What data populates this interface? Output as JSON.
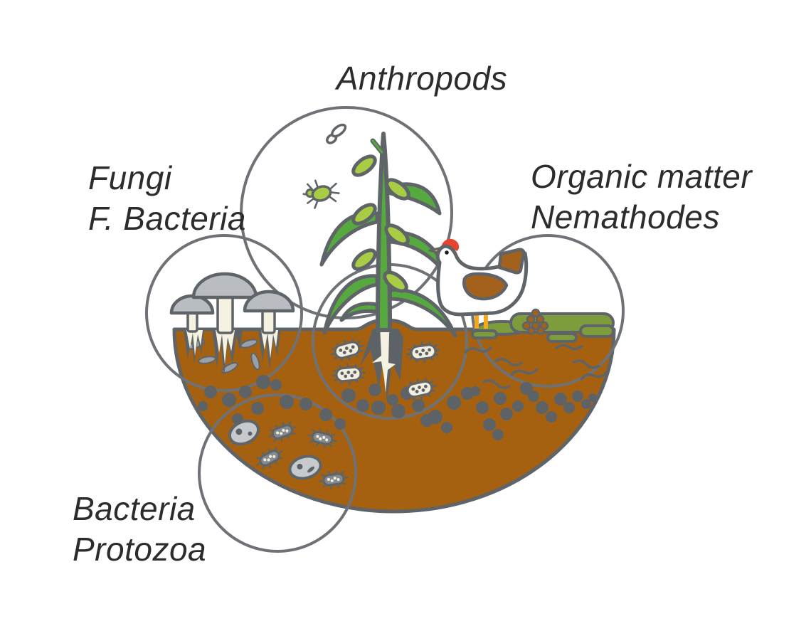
{
  "figure": {
    "type": "diagram",
    "subject": "soil-food-web",
    "labels": {
      "anthropods": "Anthropods",
      "fungi_line1": "Fungi",
      "fungi_line2": "F. Bacteria",
      "organic_line1": "Organic matter",
      "organic_line2": "Nemathodes",
      "bacteria_line1": "Bacteria",
      "bacteria_line2": "Protozoa"
    },
    "icons": [
      "plant-stalk-icon",
      "fly-icon",
      "mite-icon",
      "mushroom-icon",
      "mycelium-icon",
      "chicken-icon",
      "organic-matter-icon",
      "droppings-icon",
      "nematode-icon",
      "grub-icon",
      "bacterium-icon",
      "protozoan-icon",
      "soil-semicircle",
      "focus-circle"
    ],
    "colors": {
      "text": "#2c2c2e",
      "outline": "#5f6468",
      "circle_stroke": "#6e7276",
      "soil_brown": "#a5610f",
      "soil_particle_gray": "#5d6266",
      "mushroom_cap_gray": "#b9bdc1",
      "mushroom_stem_cream": "#f6f2e1",
      "leaf_green": "#55a93e",
      "ear_yellow_green": "#a8cc43",
      "organic_matter_green": "#7d9d3c",
      "chicken_white": "#ffffff",
      "chicken_patch_brown": "#a3611c",
      "comb_red": "#e8432c",
      "beak_leg_orange": "#f5a81c",
      "microbe_cream": "#f3efde",
      "bacterium_gray": "#848b90",
      "protozoan_gray": "#c7cacd"
    }
  }
}
